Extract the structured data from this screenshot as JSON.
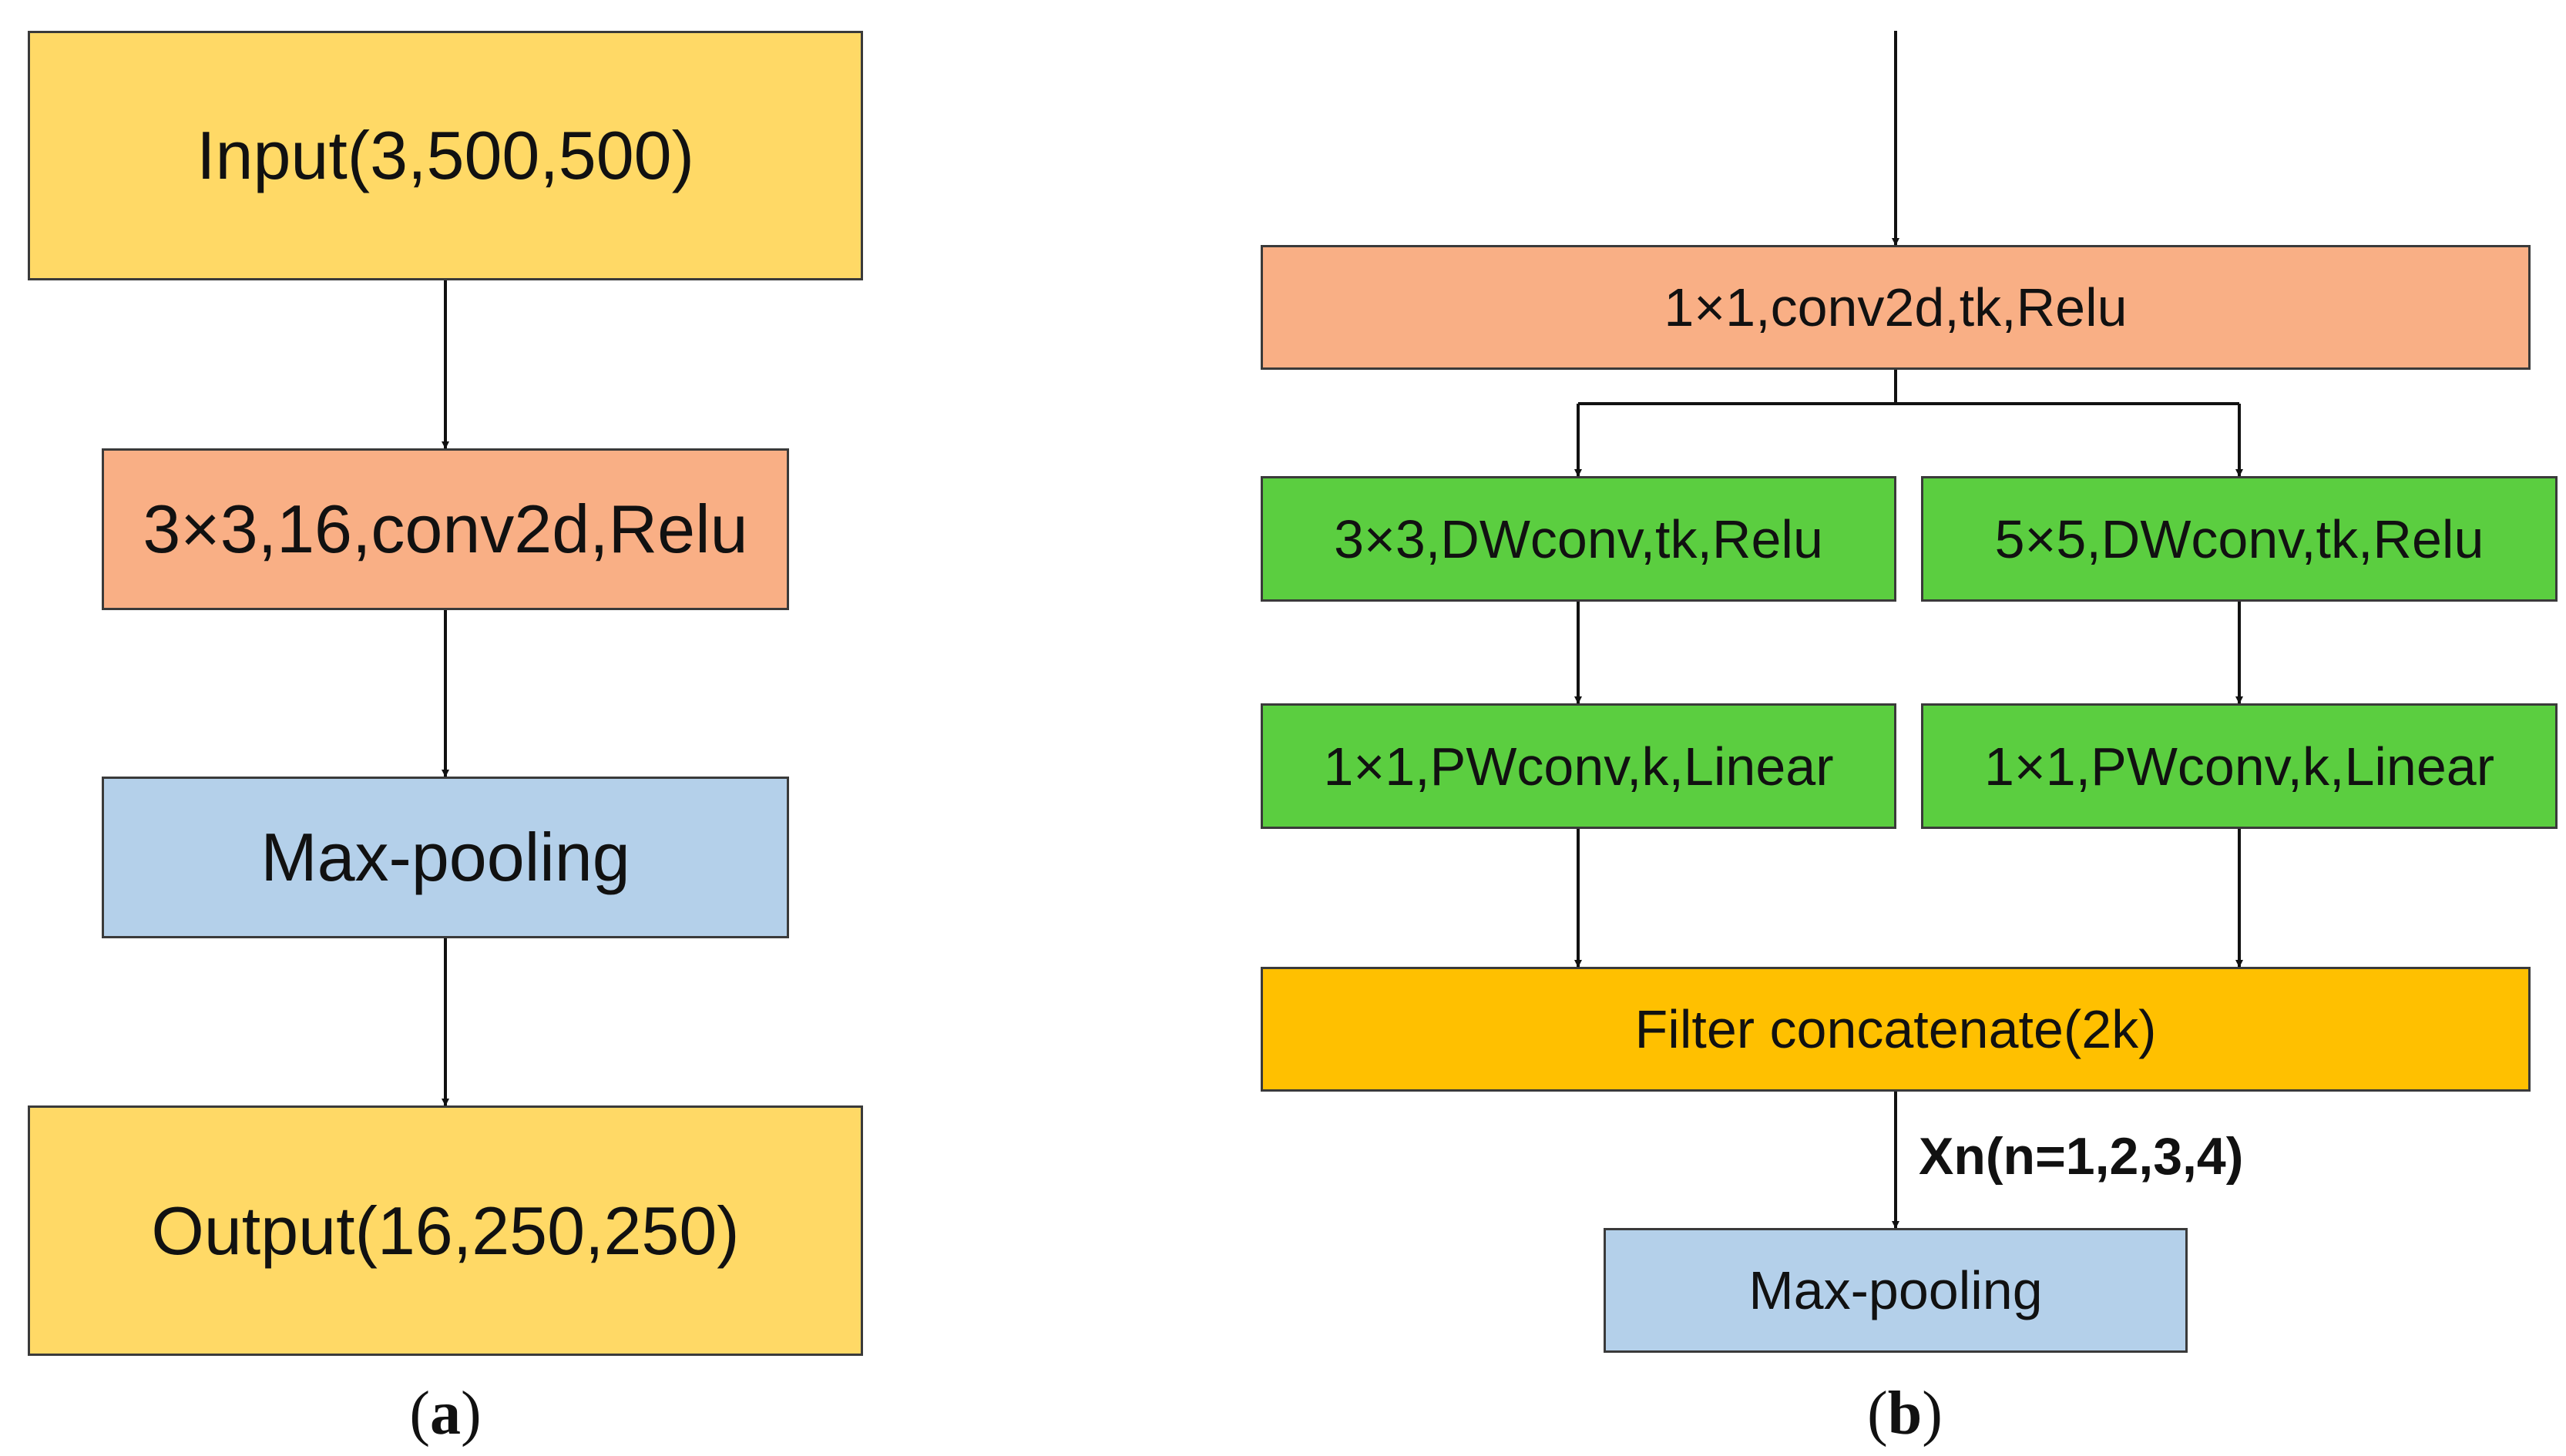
{
  "colors": {
    "io_yellow": "#FFD966",
    "conv_salmon": "#F9AF85",
    "pool_blue": "#B4D0EA",
    "dw_green": "#5BCE40",
    "concat_orange": "#FFC000",
    "line": "#111111",
    "border": "#3a3a3a"
  },
  "panel_a": {
    "caption": {
      "open": "(",
      "letter": "a",
      "close": ")"
    },
    "input": "Input(3,500,500)",
    "conv": "3×3,16,conv2d,Relu",
    "pool": "Max-pooling",
    "output": "Output(16,250,250)"
  },
  "panel_b": {
    "caption": {
      "open": "(",
      "letter": "b",
      "close": ")"
    },
    "conv1x1": "1×1,conv2d,tk,Relu",
    "dw3": "3×3,DWconv,tk,Relu",
    "dw5": "5×5,DWconv,tk,Relu",
    "pw_left": "1×1,PWconv,k,Linear",
    "pw_right": "1×1,PWconv,k,Linear",
    "concat": "Filter concatenate(2k)",
    "repeat": "Xn(n=1,2,3,4)",
    "pool": "Max-pooling"
  }
}
